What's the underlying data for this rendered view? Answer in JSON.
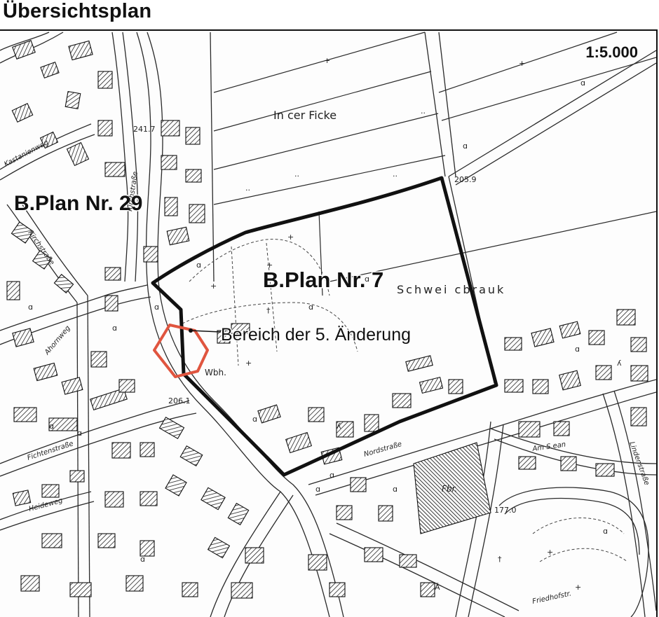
{
  "title": "Übersichtsplan",
  "scale": "1:5.000",
  "plans": {
    "plan29": "B.Plan Nr. 29",
    "plan7": "B.Plan Nr. 7",
    "change_area": "Bereich der 5. Änderung"
  },
  "place_names": {
    "field_north": "In cer Ficke",
    "field_east": "Schwei  cbrauk",
    "factory": "Fbr.",
    "residence": "Wbh."
  },
  "streets": {
    "kastanienweg": "Kastanienweg",
    "kirchstrasse_upper": "Kirchstraße",
    "kirchstrasse_lower": "Kirchstraße",
    "ahornweg": "Ahornweg",
    "fichtenstrasse": "Fichtenstraße",
    "heideweg": "Heideweg",
    "nordstrasse": "Nordstraße",
    "am_stein": "Am S.ean",
    "lindenstrasse": "Lindenstraße",
    "friedhofstr": "Friedhofstr."
  },
  "elevations": {
    "e1": "241.7",
    "e2": "205.9",
    "e3": "206.1",
    "e4": "177.0"
  },
  "colors": {
    "boundary": "#111111",
    "change_outline": "#e0553f",
    "map_lines": "#2a2a2a"
  }
}
